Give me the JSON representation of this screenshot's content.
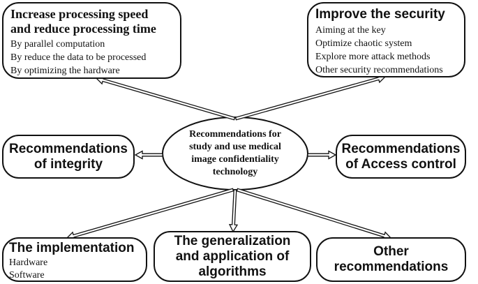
{
  "center": {
    "lines": [
      "Recommendations for",
      "study and use medical",
      "image confidentiality",
      "technology"
    ]
  },
  "speed": {
    "title_lines": [
      "Increase processing speed",
      "and reduce processing time"
    ],
    "items": [
      "By parallel computation",
      "By reduce the data to be processed",
      "By optimizing the hardware"
    ]
  },
  "security": {
    "title": "Improve the security",
    "items": [
      "Aiming at the key",
      "Optimize chaotic system",
      "Explore more attack methods",
      "Other security recommendations"
    ]
  },
  "integrity": {
    "title_lines": [
      "Recommendations",
      "of integrity"
    ]
  },
  "access": {
    "title_lines": [
      "Recommendations",
      "of Access control"
    ]
  },
  "implementation": {
    "title": "The implementation",
    "items": [
      "Hardware",
      "Software"
    ]
  },
  "generalization": {
    "title_lines": [
      "The generalization",
      "and application of",
      "algorithms"
    ]
  },
  "other": {
    "title_lines": [
      "Other",
      "recommendations"
    ]
  }
}
